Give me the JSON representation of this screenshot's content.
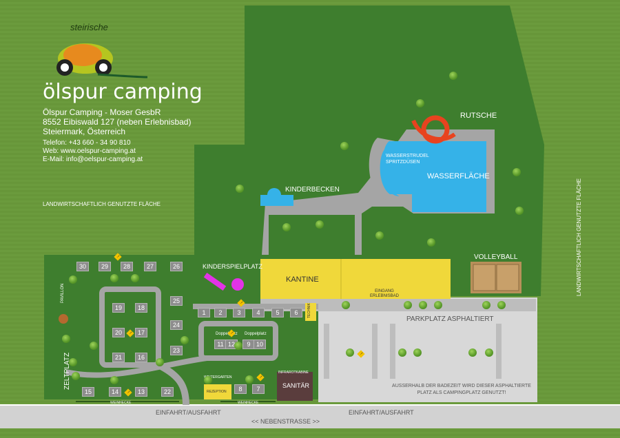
{
  "logo": {
    "brand_top": "steirische",
    "brand_name": "ölspur camping"
  },
  "contact": {
    "company": "Ölspur Camping - Moser GesbR",
    "address": "8552 Eibiswald 127 (neben Erlebnisbad)",
    "region": "Steiermark, Österreich",
    "phone": "Telefon: +43 660 - 34 90 810",
    "web": "Web: www.oelspur-camping.at",
    "email": "E-Mail: info@oelspur-camping.at"
  },
  "areas": {
    "farmland_left": "LANDWIRTSCHAFTLICH GENUTZTE FLÄCHE",
    "farmland_right": "LANDWIRTSCHAFTLICH GENUTZTE FLÄCHE",
    "slide": "RUTSCHE",
    "whirlpool": "WASSERSTRUDEL SPRITZDÜSEN",
    "water": "WASSERFLÄCHE",
    "kids_pool": "KINDERBECKEN",
    "playground": "KINDERSPIELPLATZ",
    "canteen": "KANTINE",
    "entrance": "EINGANG ERLEBNISBAD",
    "volleyball": "VOLLEYBALL",
    "parking": "PARKPLATZ ASPHALTIERT",
    "parking_note": "AUSSERHALB DER BADEZEIT WIRD DIESER ASPHALTIERTE PLATZ ALS CAMPINGPLATZ GENUTZT!",
    "pavilion": "PAVILLON",
    "tent_area": "ZELTPLATZ",
    "hedge_left": "WEINHECKE",
    "hedge_right": "WEINHECKE",
    "technik": "TECHNIK",
    "sanitary": "SANITÄR",
    "infrared": "INFRAROTKABINE",
    "reception": "REZEPTION",
    "winter": "WINTERGARTEN",
    "double1": "Doppelplatz",
    "double2": "Doppelplatz",
    "gate_left": "EINFAHRT/AUSFAHRT",
    "gate_right": "EINFAHRT/AUSFAHRT",
    "side_street": "<< NEBENSTRASSE >>"
  },
  "pitches": [
    "1",
    "2",
    "3",
    "4",
    "5",
    "6",
    "7",
    "8",
    "9",
    "10",
    "11",
    "12",
    "13",
    "14",
    "15",
    "16",
    "17",
    "18",
    "19",
    "20",
    "21",
    "22",
    "23",
    "24",
    "25",
    "26",
    "27",
    "28",
    "29",
    "30"
  ],
  "icons": {
    "logo": "oil-drop-car-logo-icon",
    "warning": "warning-sign-icon",
    "tree": "tree-icon"
  },
  "colors": {
    "grass": "#6b9b3d",
    "dark_grass": "#3f7f2e",
    "path": "#a7a7a7",
    "water": "#35b2e8",
    "canteen": "#f0d83a",
    "slide": "#e8431f",
    "sanitary": "#5a3d3d",
    "playground": "#e233e6"
  }
}
